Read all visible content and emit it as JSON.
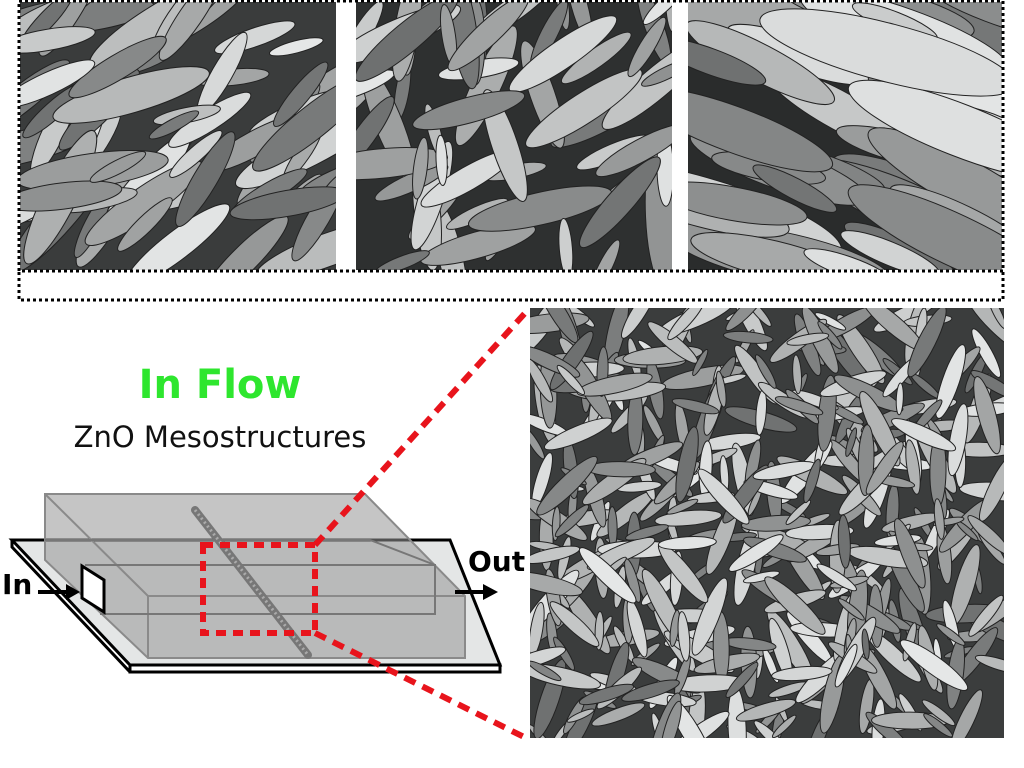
{
  "figure": {
    "title": "In Flow",
    "subtitle": "ZnO Mesostructures",
    "inlet_label": "In",
    "outlet_label": "Out",
    "colors": {
      "title": "#2ee62e",
      "highlight": "#e8141c",
      "frame": "#000000"
    }
  },
  "images": {
    "top_panels": [
      "sem-closeup-1",
      "sem-closeup-2",
      "sem-closeup-3"
    ],
    "main_panel": "sem-overview"
  }
}
